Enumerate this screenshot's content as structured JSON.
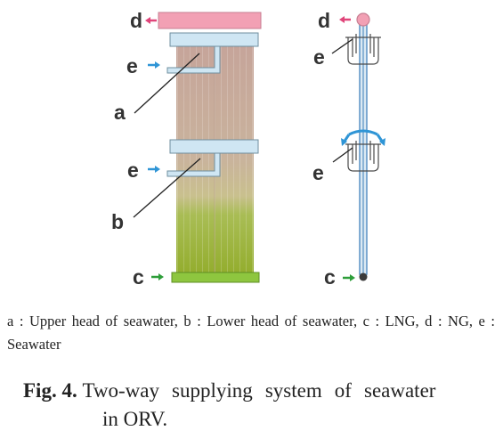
{
  "diagram": {
    "labels": {
      "a": "a",
      "b": "b",
      "c": "c",
      "d": "d",
      "e": "e"
    },
    "colors": {
      "ng_outlet_header": "#f2a0b4",
      "seawater_header": "#cfe6f3",
      "upper_panel": "#c9a79c",
      "lower_panel": "#9cb33a",
      "lng_inlet_header": "#8ec63f",
      "seawater_arrow": "#2f95d6",
      "ng_arrow": "#e0457a",
      "lng_arrow": "#2e9e3a"
    }
  },
  "legend": "a : Upper head of seawater, b : Lower head of seawater, c : LNG, d : NG, e : Seawater",
  "caption": {
    "fig_label": "Fig. 4.",
    "line1": "Two-way supplying system of seawater",
    "line2": "in ORV."
  }
}
